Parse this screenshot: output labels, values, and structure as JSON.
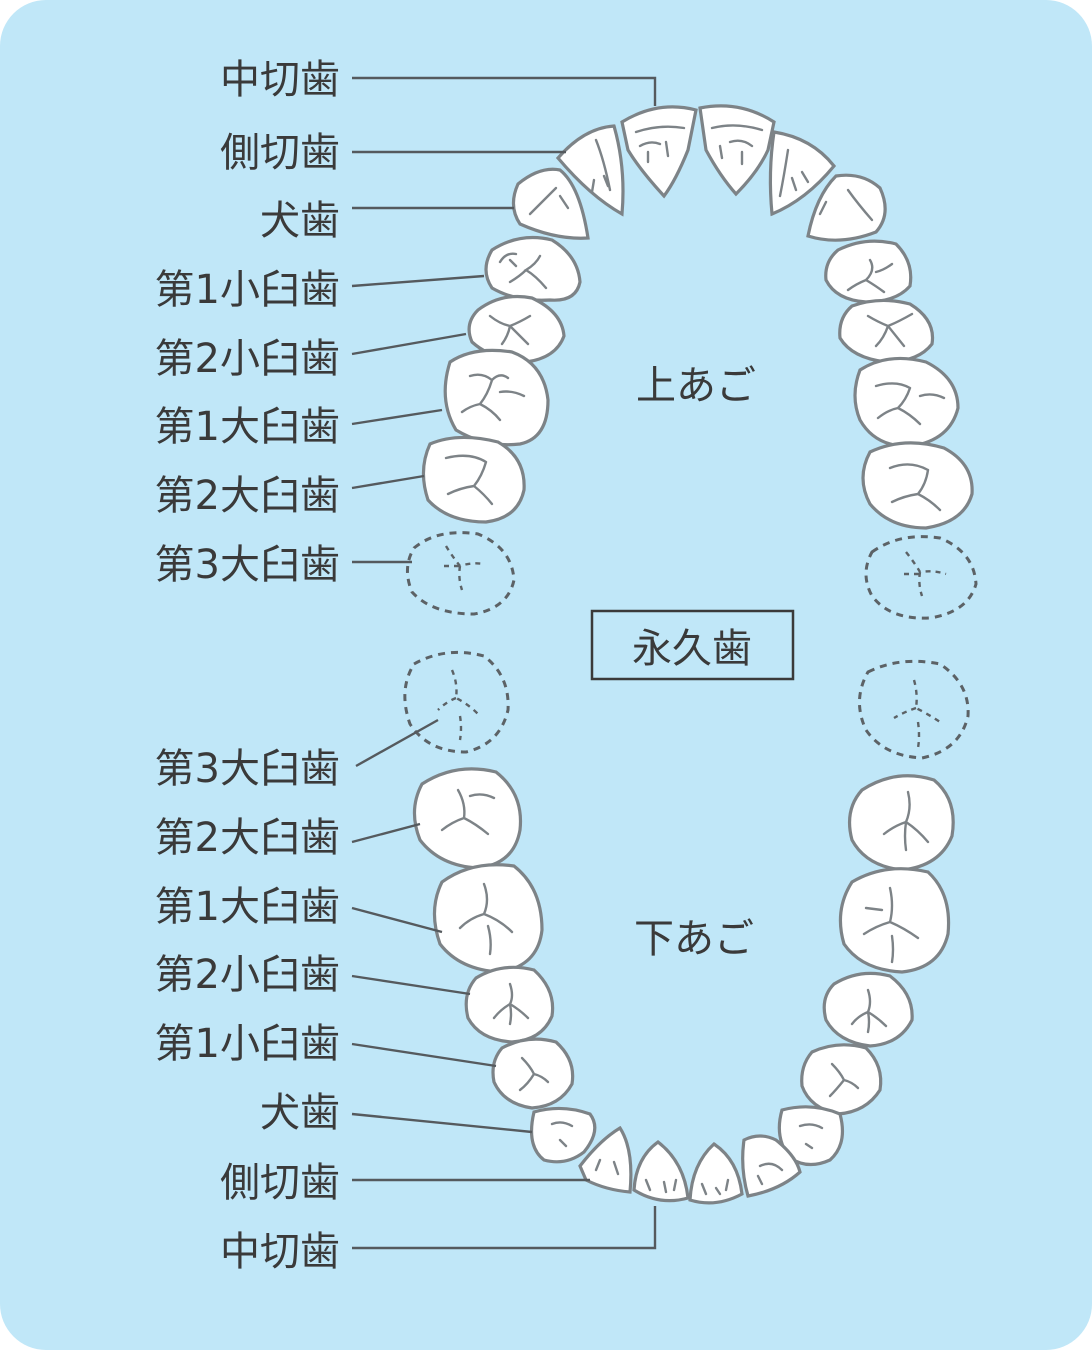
{
  "background_color": "#c0e7f8",
  "center_title": "永久歯",
  "jaws": {
    "upper": "上あご",
    "lower": "下あご"
  },
  "upper_labels": [
    {
      "text": "中切歯",
      "tooth": "upper-central-incisor"
    },
    {
      "text": "側切歯",
      "tooth": "upper-lateral-incisor"
    },
    {
      "text": "犬歯",
      "tooth": "upper-canine"
    },
    {
      "text": "第1小臼歯",
      "tooth": "upper-first-premolar"
    },
    {
      "text": "第2小臼歯",
      "tooth": "upper-second-premolar"
    },
    {
      "text": "第1大臼歯",
      "tooth": "upper-first-molar"
    },
    {
      "text": "第2大臼歯",
      "tooth": "upper-second-molar"
    },
    {
      "text": "第3大臼歯",
      "tooth": "upper-third-molar"
    }
  ],
  "lower_labels": [
    {
      "text": "第3大臼歯",
      "tooth": "lower-third-molar"
    },
    {
      "text": "第2大臼歯",
      "tooth": "lower-second-molar"
    },
    {
      "text": "第1大臼歯",
      "tooth": "lower-first-molar"
    },
    {
      "text": "第2小臼歯",
      "tooth": "lower-second-premolar"
    },
    {
      "text": "第1小臼歯",
      "tooth": "lower-first-premolar"
    },
    {
      "text": "犬歯",
      "tooth": "lower-canine"
    },
    {
      "text": "側切歯",
      "tooth": "lower-lateral-incisor"
    },
    {
      "text": "中切歯",
      "tooth": "lower-central-incisor"
    }
  ]
}
